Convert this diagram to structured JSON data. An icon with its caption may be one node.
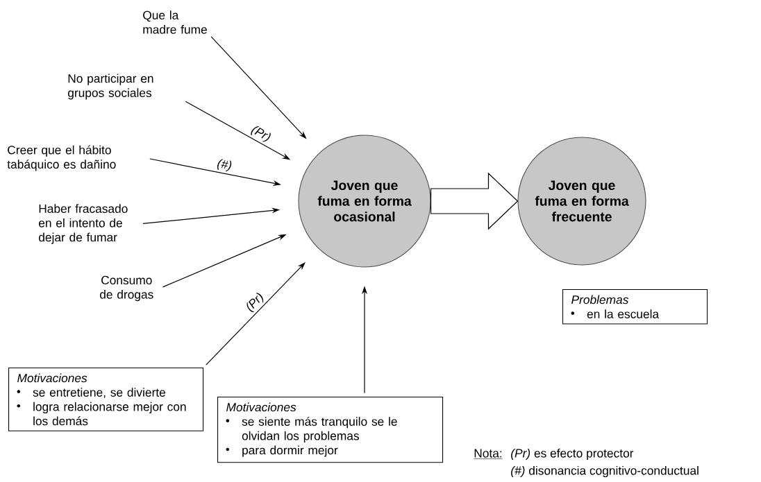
{
  "diagram": {
    "nodes": [
      {
        "text": [
          "Joven que fuma en forma ocasional"
        ]
      },
      {
        "text": [
          "Joven que fuma en forma frecuente"
        ]
      },
      {
        "text": [
          "Que la madre fume"
        ]
      },
      {
        "text": [
          "No participar en grupos sociales"
        ]
      },
      {
        "text": [
          "Creer que el hábito tabáquico es dañino"
        ]
      },
      {
        "text": [
          "Haber fracasado en el intento de dejar de fumar"
        ]
      },
      {
        "text": [
          "Consumo de drogas"
        ]
      },
      {
        "text": [
          "Motivaciones",
          "se entretiene, se divierte",
          "logra relacionarse mejor con los demás"
        ]
      },
      {
        "text": [
          "Motivaciones",
          "se siente más tranquilo se le olvidan los problemas",
          "para dormir mejor"
        ]
      },
      {
        "text": [
          "Problemas",
          "en la escuela"
        ]
      }
    ],
    "edges": [
      {
        "from": 2,
        "to": 0,
        "arrow": "to"
      },
      {
        "from": 3,
        "to": 0,
        "arrow": "to",
        "label": "(Pr)"
      },
      {
        "from": 4,
        "to": 0,
        "arrow": "to",
        "label": "(#)"
      },
      {
        "from": 5,
        "to": 0,
        "arrow": "to"
      },
      {
        "from": 6,
        "to": 0,
        "arrow": "to"
      },
      {
        "from": 7,
        "to": 0,
        "arrow": "to",
        "label": "(Pr)"
      },
      {
        "from": 8,
        "to": 0,
        "arrow": "to"
      },
      {
        "from": 0,
        "to": 1,
        "arrow": "to",
        "style": "thick"
      }
    ],
    "labels": [
      "Nota:",
      "*(Pr)* es efecto protector",
      "*(#)* disonancia cognitivo-conductual"
    ]
  }
}
